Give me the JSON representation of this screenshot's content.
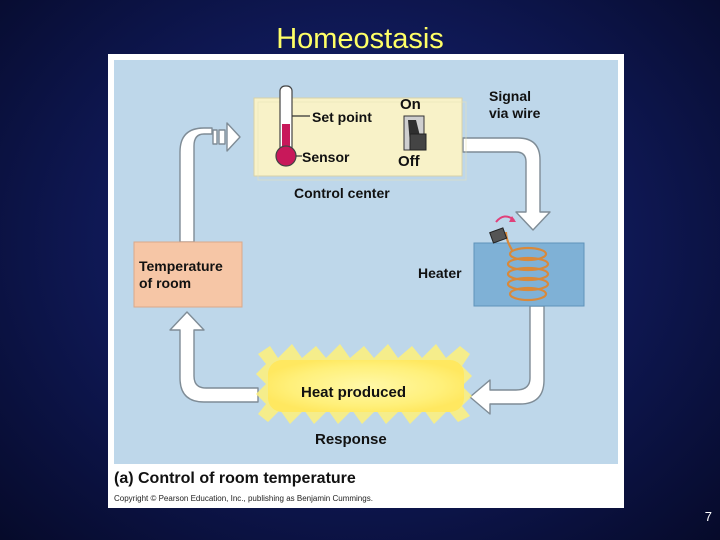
{
  "title": "Homeostasis",
  "diagram": {
    "set_point": "Set point",
    "sensor": "Sensor",
    "switch_on": "On",
    "switch_off": "Off",
    "control_center": "Control center",
    "signal_line1": "Signal",
    "signal_line2": "via wire",
    "heater": "Heater",
    "temperature_line1": "Temperature",
    "temperature_line2": "of room",
    "heat_produced": "Heat produced",
    "response": "Response"
  },
  "caption": "(a) Control of room temperature",
  "copyright": "Copyright © Pearson Education, Inc., publishing as Benjamin Cummings.",
  "page_number": "7",
  "colors": {
    "background": "#0d1660",
    "title": "#ffff66",
    "diagram_bg": "#bed7ea",
    "temperature_box": "#f6c6a6",
    "heater_box": "#7fb1d6",
    "heat_glow": "#fff17a",
    "coil": "#d9893a",
    "thermometer": "#c8185a"
  }
}
